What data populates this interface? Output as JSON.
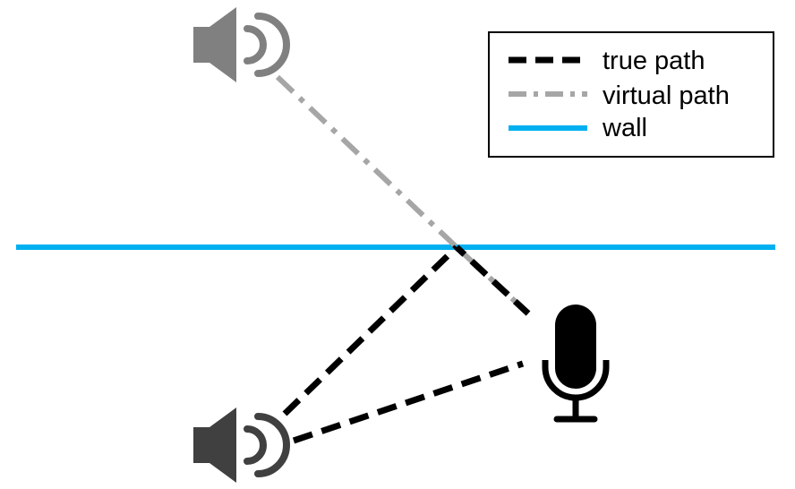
{
  "legend": {
    "items": [
      {
        "key": "true_path",
        "label": "true path",
        "color": "#000000",
        "style": "dashed"
      },
      {
        "key": "virtual_path",
        "label": "virtual path",
        "color": "#a6a6a6",
        "style": "dash-dot"
      },
      {
        "key": "wall",
        "label": "wall",
        "color": "#00b0f0",
        "style": "solid"
      }
    ]
  },
  "colors": {
    "true_path": "#000000",
    "virtual_path": "#a6a6a6",
    "wall": "#00b0f0",
    "real_speaker": "#404040",
    "virtual_speaker": "#808080",
    "microphone": "#000000"
  },
  "icons": {
    "virtual_speaker": "speaker-icon",
    "real_speaker": "speaker-icon",
    "microphone": "microphone-icon"
  }
}
